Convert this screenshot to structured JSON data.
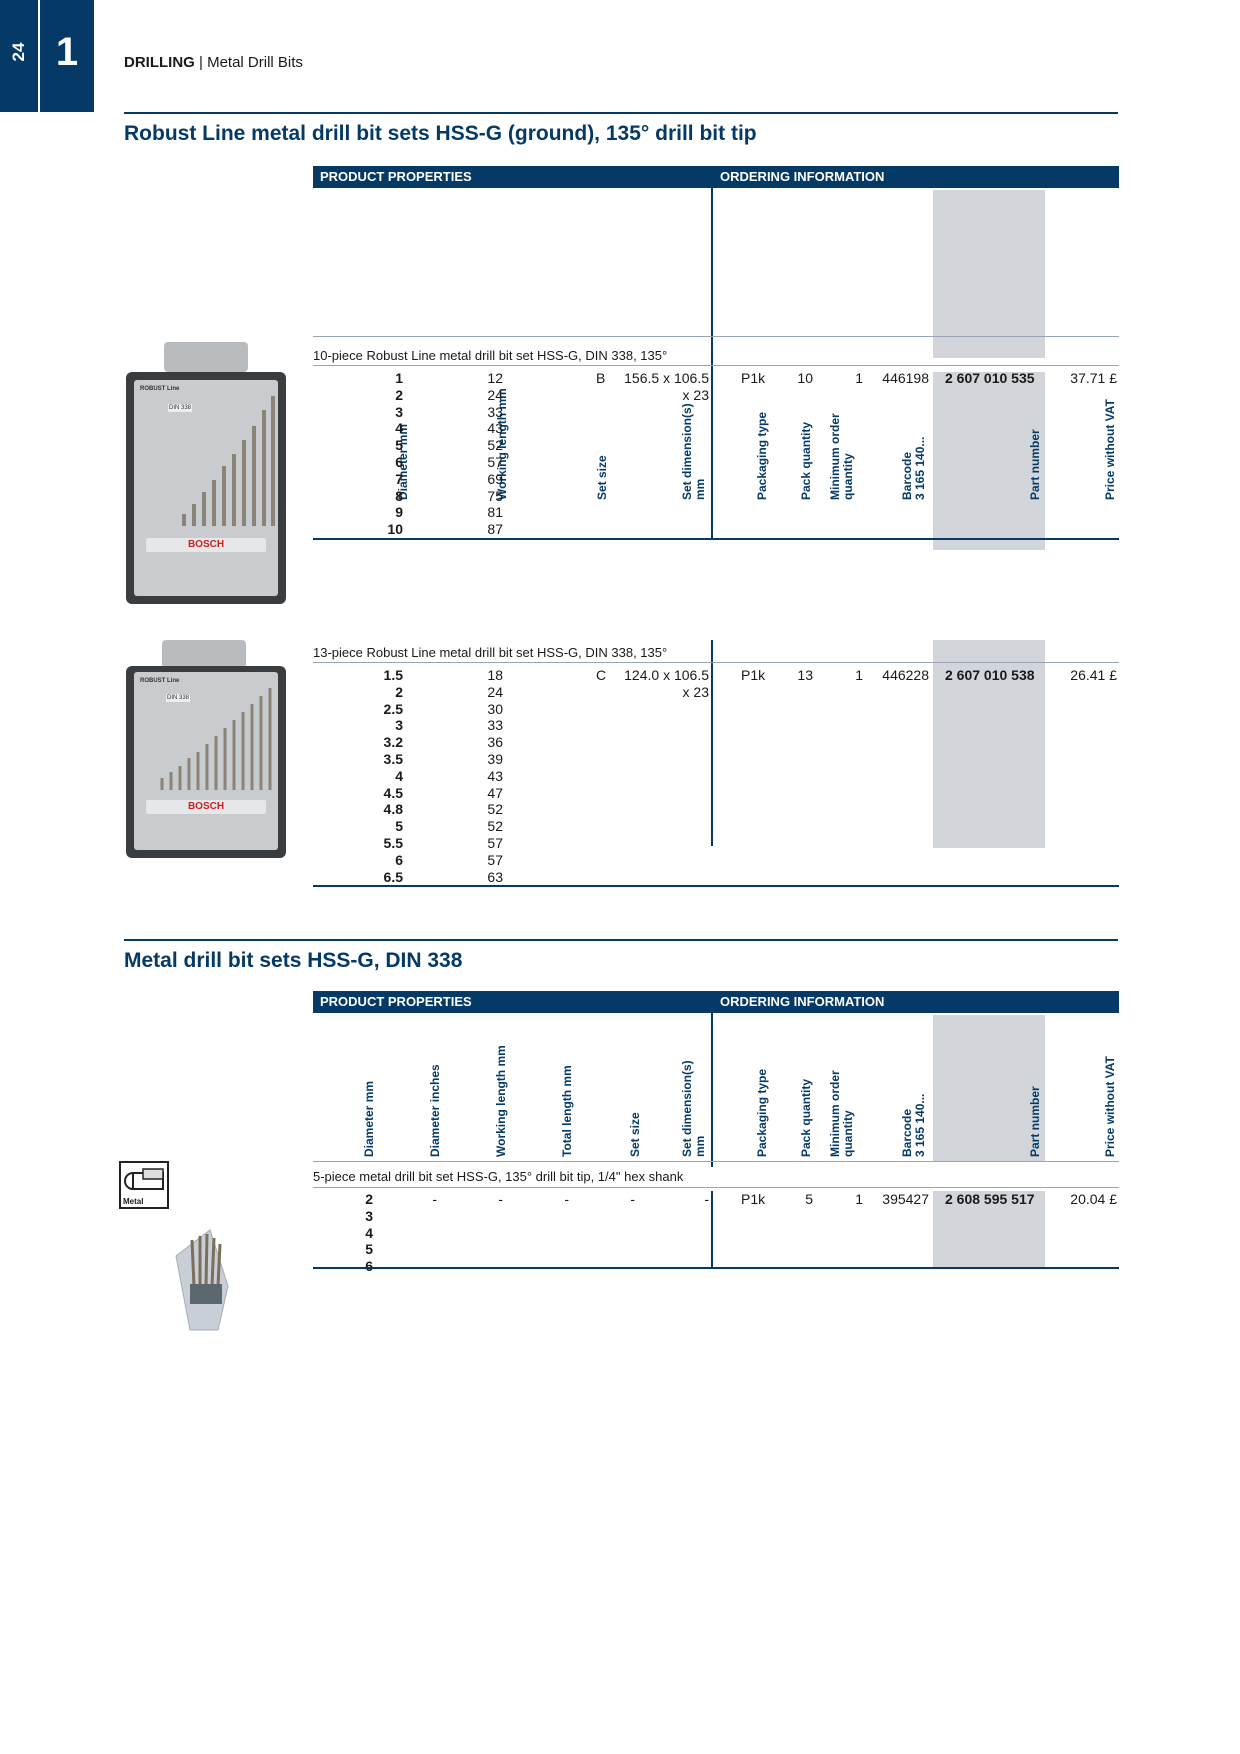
{
  "page": {
    "number": "24",
    "chapter": "1"
  },
  "running_head": {
    "section": "DRILLING",
    "separator": "|",
    "subsection": "Metal Drill Bits"
  },
  "sections": [
    {
      "title": "Robust Line metal drill bit sets HSS-G (ground), 135° drill bit tip",
      "group_headers": {
        "properties": "PRODUCT PROPERTIES",
        "ordering": "ORDERING INFORMATION"
      },
      "columns": [
        "Diameter mm",
        "Working length mm",
        "Set size",
        "Set dimension(s)\nmm",
        "Packaging type",
        "Pack quantity",
        "Minimum order\nquantity",
        "Barcode\n3 165 140...",
        "Part number",
        "Price without VAT"
      ],
      "products": [
        {
          "caption": "10-piece Robust Line metal drill bit set HSS-G, DIN 338, 135°",
          "diameters": [
            "1",
            "2",
            "3",
            "4",
            "5",
            "6",
            "7",
            "8",
            "9",
            "10"
          ],
          "lengths": [
            "12",
            "24",
            "33",
            "43",
            "52",
            "57",
            "69",
            "75",
            "81",
            "87"
          ],
          "set_size": "B",
          "set_dim_1": "156.5 x 106.5",
          "set_dim_2": "x 23",
          "packaging": "P1k",
          "pack_qty": "10",
          "min_order": "1",
          "barcode": "446198",
          "part_number": "2 607 010 535",
          "price": "37.71 £",
          "image": {
            "brand": "BOSCH",
            "label": "ROBUST Line",
            "din": "DIN 338"
          }
        },
        {
          "caption": "13-piece Robust Line metal drill bit set HSS-G, DIN 338, 135°",
          "diameters": [
            "1.5",
            "2",
            "2.5",
            "3",
            "3.2",
            "3.5",
            "4",
            "4.5",
            "4.8",
            "5",
            "5.5",
            "6",
            "6.5"
          ],
          "lengths": [
            "18",
            "24",
            "30",
            "33",
            "36",
            "39",
            "43",
            "47",
            "52",
            "52",
            "57",
            "57",
            "63"
          ],
          "set_size": "C",
          "set_dim_1": "124.0 x 106.5",
          "set_dim_2": "x 23",
          "packaging": "P1k",
          "pack_qty": "13",
          "min_order": "1",
          "barcode": "446228",
          "part_number": "2 607 010 538",
          "price": "26.41 £",
          "image": {
            "brand": "BOSCH",
            "label": "ROBUST Line",
            "din": "DIN 338"
          }
        }
      ]
    },
    {
      "title": "Metal drill bit sets HSS-G, DIN 338",
      "group_headers": {
        "properties": "PRODUCT PROPERTIES",
        "ordering": "ORDERING INFORMATION"
      },
      "columns": [
        "Diameter mm",
        "Diameter inches",
        "Working length mm",
        "Total length mm",
        "Set size",
        "Set dimension(s)\nmm",
        "Packaging type",
        "Pack quantity",
        "Minimum order\nquantity",
        "Barcode\n3 165 140...",
        "Part number",
        "Price without VAT"
      ],
      "material_icon_label": "Metal",
      "products": [
        {
          "caption": "5-piece metal drill bit set HSS-G, 135° drill bit tip, 1/4\" hex shank",
          "diameters": [
            "2",
            "3",
            "4",
            "5",
            "6"
          ],
          "diameter_inches": "-",
          "working_length": "-",
          "total_length": "-",
          "set_size": "-",
          "set_dim": "-",
          "packaging": "P1k",
          "pack_qty": "5",
          "min_order": "1",
          "barcode": "395427",
          "part_number": "2 608 595 517",
          "price": "20.04 £"
        }
      ]
    }
  ],
  "colors": {
    "navy": "#063a66",
    "shade": "#d2d5d9"
  }
}
